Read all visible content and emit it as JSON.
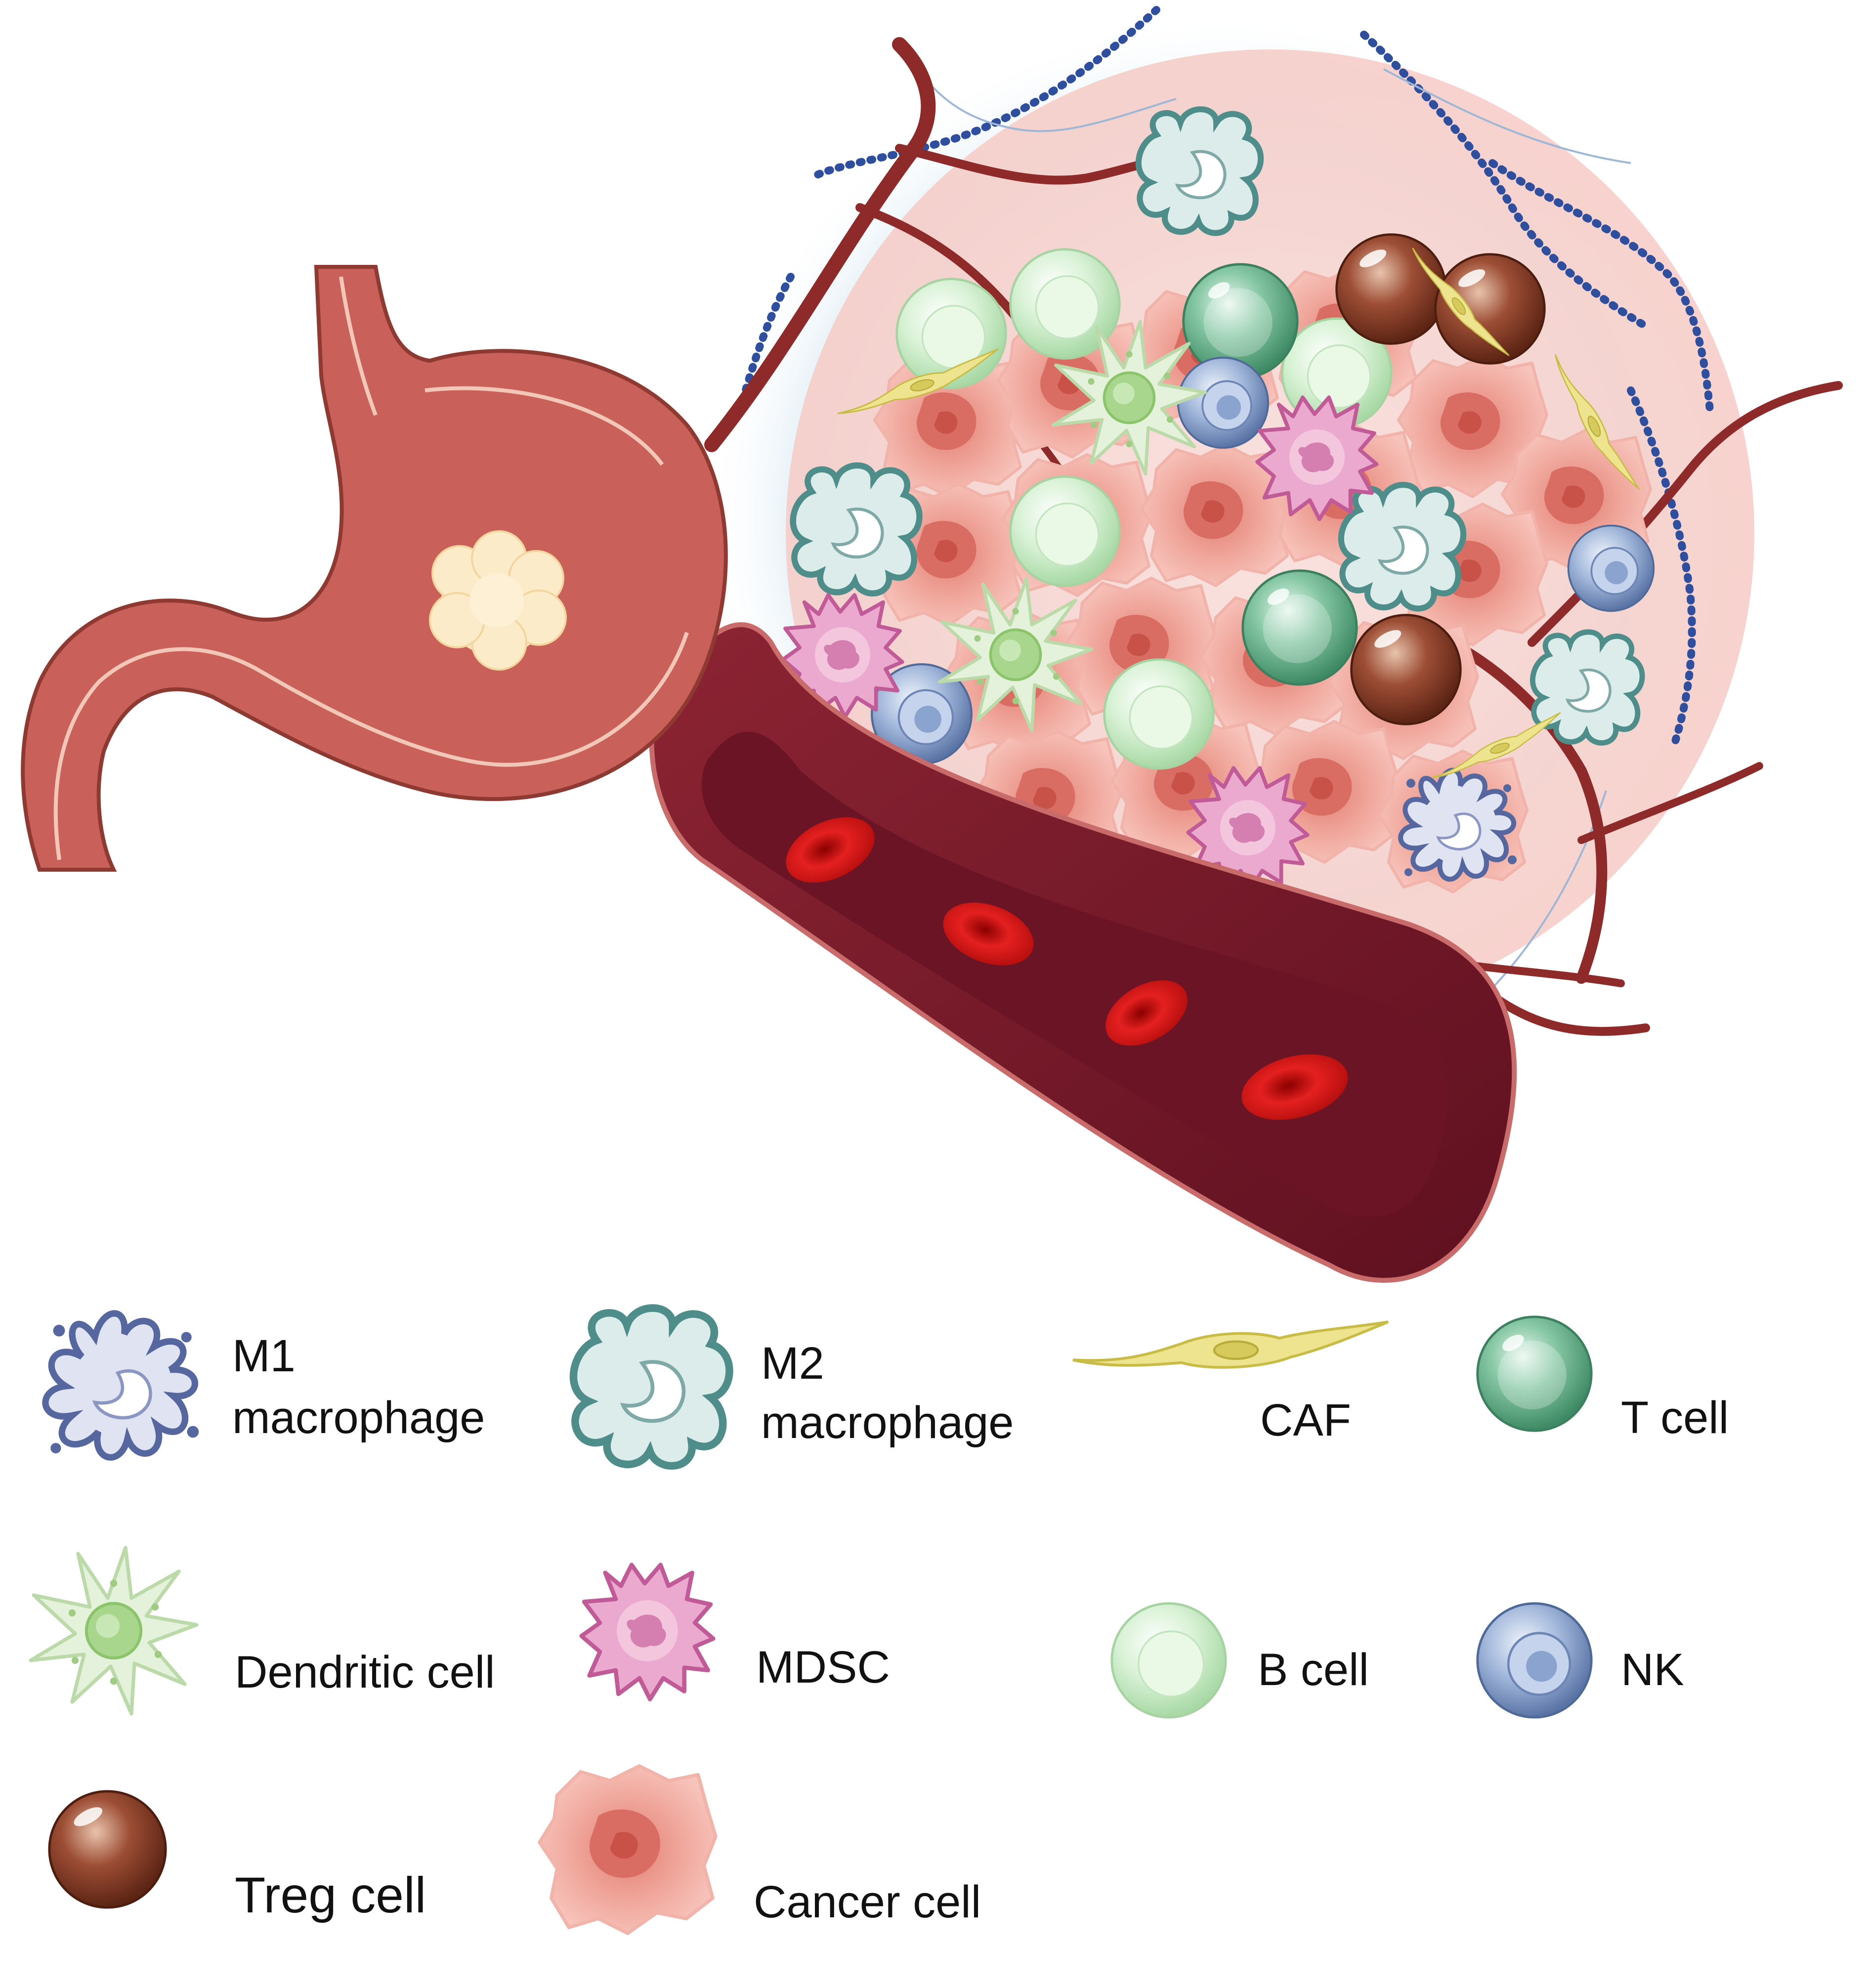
{
  "colors": {
    "stomach_fill": "#c9605a",
    "stomach_outline": "#f2c7b8",
    "tumor_nodule": "#fbe6bd",
    "vessel_outer": "#7a1c2a",
    "vessel_inner": "#5b0f1e",
    "red_blood_cell": "#d41515",
    "tme_halo": "#dcebf5",
    "tme_core": "#f8d4d0",
    "capillary": "#8e2a2a",
    "collagen": "#2f4f9e",
    "m1_macrophage": "#6f7fb3",
    "m2_macrophage": "#5f9a9a",
    "caf": "#e3d873",
    "t_cell": "#5eab86",
    "dendritic_cell": "#c8e3b8",
    "mdsc": "#d778b6",
    "b_cell": "#c6e9c2",
    "nk_cell": "#7d98c4",
    "treg_cell": "#8a3e2a",
    "cancer_cell": "#e9958a"
  },
  "legend": {
    "m1": {
      "line1": "M1",
      "line2": "macrophage",
      "icon": "m1-macrophage-icon"
    },
    "m2": {
      "line1": "M2",
      "line2": "macrophage",
      "icon": "m2-macrophage-icon"
    },
    "caf": {
      "label": "CAF",
      "icon": "caf-icon"
    },
    "tcell": {
      "label": "T  cell",
      "icon": "t-cell-icon"
    },
    "dendritic": {
      "label": "Dendritic cell",
      "icon": "dendritic-cell-icon"
    },
    "mdsc": {
      "label": "MDSC",
      "icon": "mdsc-icon"
    },
    "bcell": {
      "label": "B cell",
      "icon": "b-cell-icon"
    },
    "nk": {
      "label": "NK",
      "icon": "nk-cell-icon"
    },
    "treg": {
      "label": "Treg cell",
      "icon": "treg-cell-icon"
    },
    "cancer": {
      "label": "Cancer cell",
      "icon": "cancer-cell-icon"
    }
  }
}
